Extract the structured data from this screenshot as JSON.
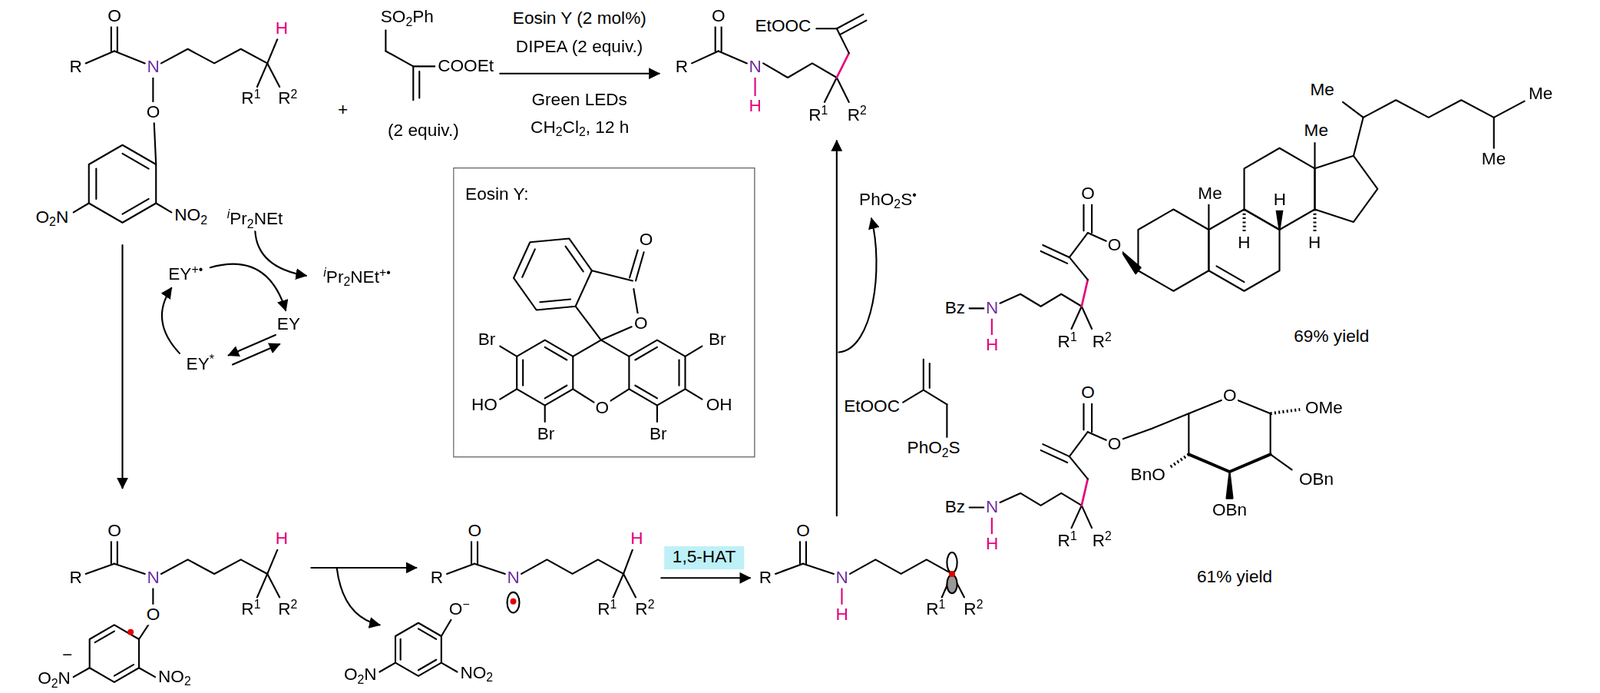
{
  "diagram": {
    "nodes": [
      {
        "text": [
          "Eosin Y:",
          "O",
          "O",
          "Br",
          "Br",
          "HO",
          "O",
          "OH",
          "Br",
          "Br"
        ]
      },
      {
        "text": [
          "1,5-HAT"
        ]
      }
    ],
    "labels": [
      "O",
      "R",
      "N",
      "H",
      "R1",
      "R2",
      "O",
      "NO2",
      "O2N",
      "+",
      "SO2Ph",
      "COOEt",
      "(2 equiv.)",
      "Eosin Y (2 mol%)",
      "DIPEA (2 equiv.)",
      "Green LEDs",
      "CH2Cl2, 12 h",
      "EtOOC",
      "O",
      "R",
      "N",
      "H",
      "R1",
      "R2",
      "iPr2NEt",
      "EY+•",
      "iPr2NEt+•",
      "EY",
      "EY*",
      "O",
      "R",
      "N",
      "H",
      "O",
      "R1",
      "R2",
      "−",
      "NO2",
      "O2N",
      "O−",
      "NO2",
      "O2N",
      "O",
      "R",
      "N",
      "H",
      "R1",
      "R2",
      "O",
      "R",
      "N",
      "H",
      "R1",
      "R2",
      "PhO2S•",
      "EtOOC",
      "PhO2S",
      "Me",
      "Me",
      "Me",
      "Me",
      "Me",
      "H",
      "H",
      "H",
      "O",
      "O",
      "Bz",
      "N",
      "H",
      "R1",
      "R2",
      "69% yield",
      "O",
      "O",
      "O",
      "OMe",
      "BnO",
      "OBn",
      "OBn",
      "Bz",
      "N",
      "H",
      "R1",
      "R2",
      "61% yield"
    ]
  }
}
